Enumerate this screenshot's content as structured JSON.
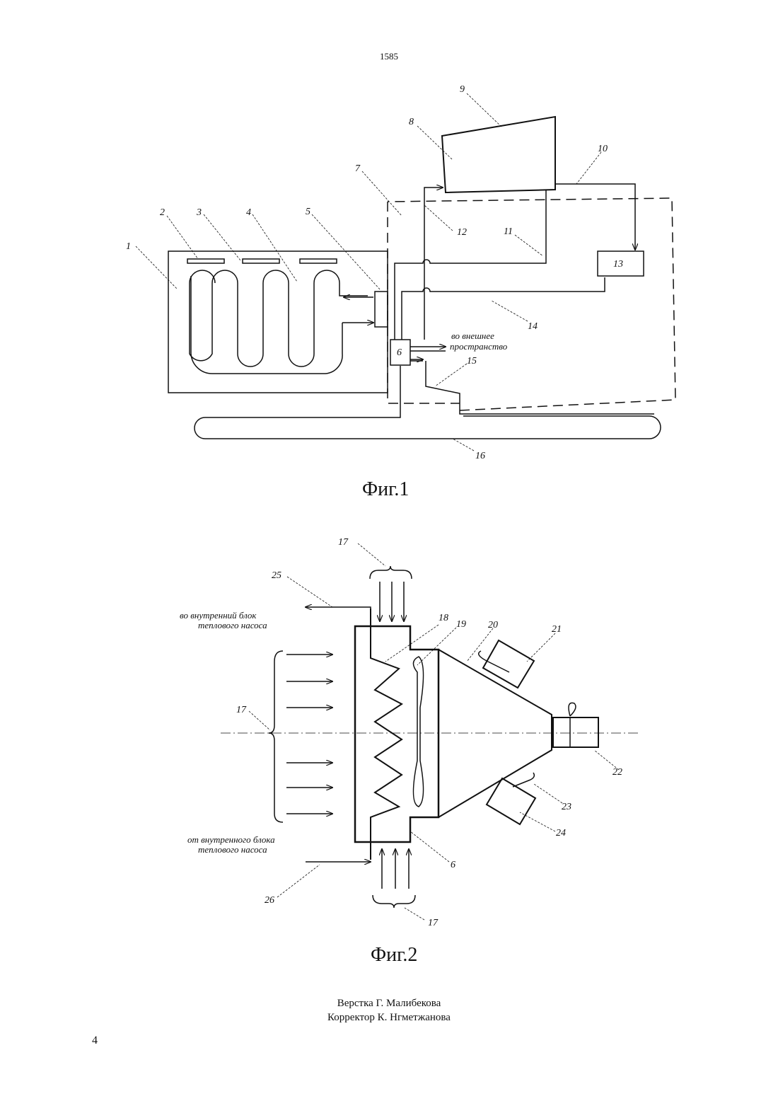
{
  "page_header_number": "1585",
  "page_footer_number": "4",
  "fig1": {
    "caption": "Фиг.1",
    "labels": {
      "l1": "1",
      "l2": "2",
      "l3": "3",
      "l4": "4",
      "l5": "5",
      "l6": "6",
      "l7": "7",
      "l8": "8",
      "l9": "9",
      "l10": "10",
      "l11": "11",
      "l12": "12",
      "l13": "13",
      "l14": "14",
      "l15": "15",
      "l16": "16"
    },
    "note_line1": "во внешнее",
    "note_line2": "пространство"
  },
  "fig2": {
    "caption": "Фиг.2",
    "labels": {
      "l6": "6",
      "l17_top": "17",
      "l17_left": "17",
      "l17_bottom": "17",
      "l18": "18",
      "l19": "19",
      "l20": "20",
      "l21": "21",
      "l22": "22",
      "l23": "23",
      "l24": "24",
      "l25": "25",
      "l26": "26"
    },
    "note_to_line1": "во внутренний блок",
    "note_to_line2": "теплового насоса",
    "note_from_line1": "от внутренного блока",
    "note_from_line2": "теплового насоса"
  },
  "imprint": {
    "layout": "Верстка Г. Малибекова",
    "corrector": "Корректор К. Нгметжанова"
  }
}
